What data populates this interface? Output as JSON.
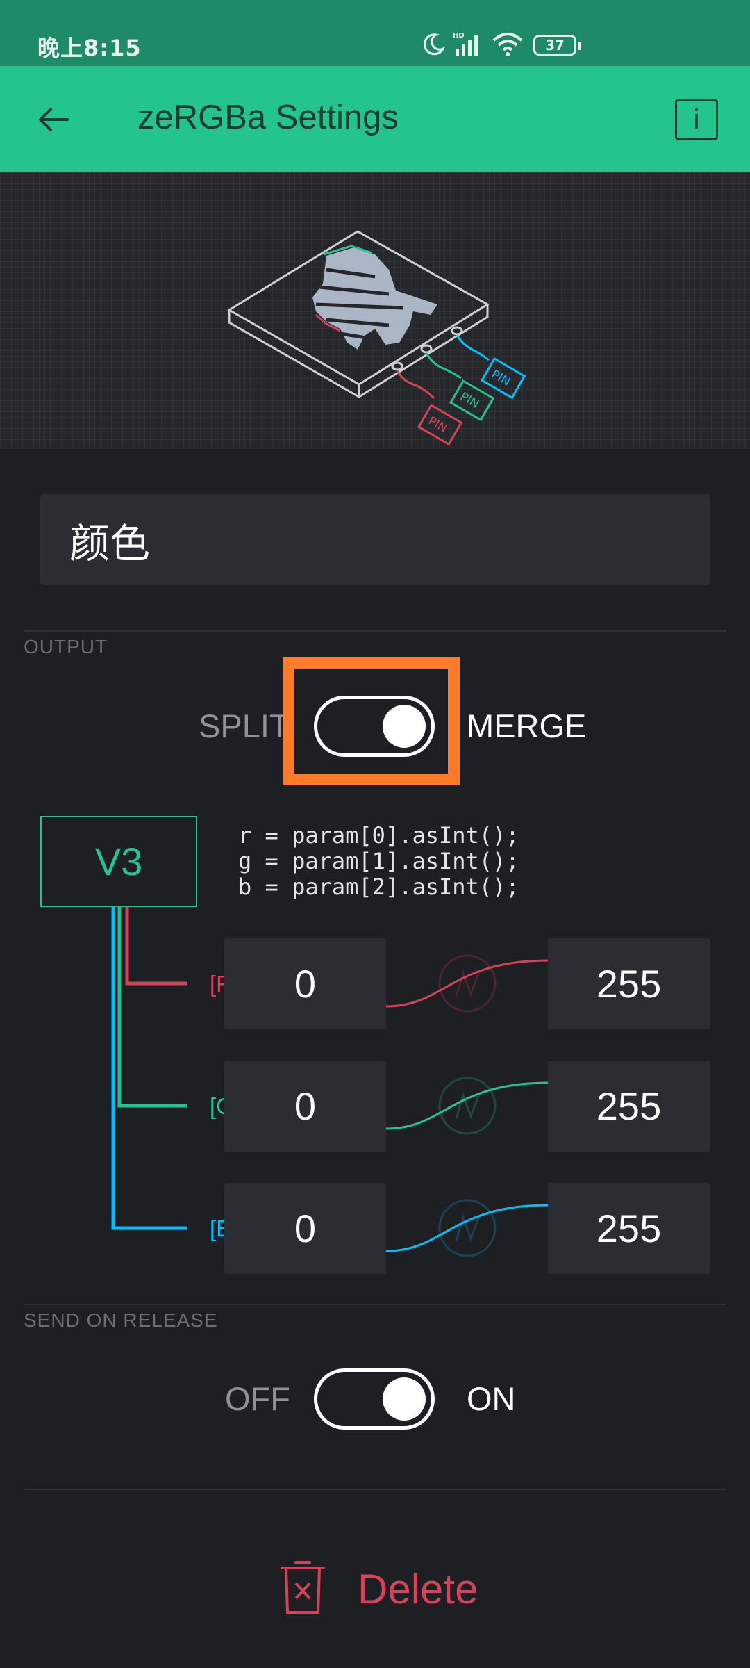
{
  "status_bar": {
    "time": "晚上8:15",
    "battery": "37"
  },
  "app_bar": {
    "title": "zeRGBa Settings",
    "info_label": "i"
  },
  "name_field": {
    "value": "颜色"
  },
  "output": {
    "section_label": "OUTPUT",
    "left_option": "SPLIT",
    "right_option": "MERGE",
    "selected": "MERGE"
  },
  "pin": {
    "label": "V3"
  },
  "code_lines": [
    "r = param[0].asInt();",
    "g = param[1].asInt();",
    "b = param[2].asInt();"
  ],
  "hero_pin_labels": [
    "PIN",
    "PIN",
    "PIN"
  ],
  "channels": [
    {
      "label": "[R]",
      "min": "0",
      "max": "255",
      "color": "#d3435c"
    },
    {
      "label": "[G]",
      "min": "0",
      "max": "255",
      "color": "#23c48e"
    },
    {
      "label": "[B]",
      "min": "0",
      "max": "255",
      "color": "#04c0f8"
    }
  ],
  "send_on_release": {
    "section_label": "SEND ON RELEASE",
    "left_option": "OFF",
    "right_option": "ON",
    "selected": "ON"
  },
  "delete": {
    "label": "Delete"
  },
  "colors": {
    "accent": "#23c48e",
    "status_bar": "#1f8a68",
    "background": "#1e1f23",
    "highlight": "#ff7a29",
    "delete": "#d3435c"
  }
}
